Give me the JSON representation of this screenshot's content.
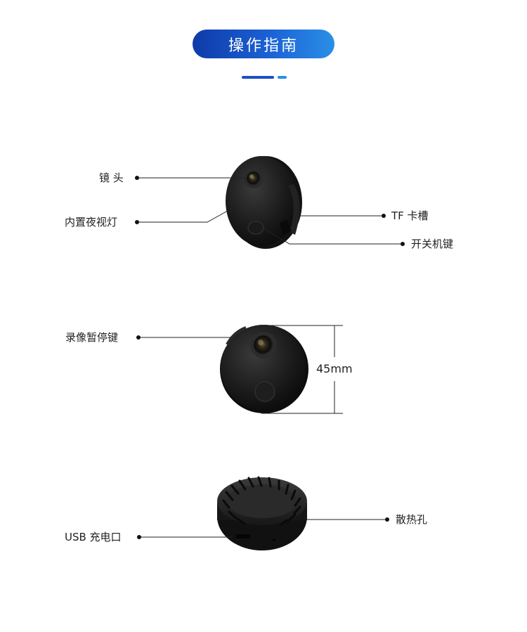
{
  "header": {
    "title": "操作指南"
  },
  "view1": {
    "lens": "镜 头",
    "night_light": "内置夜视灯",
    "tf_slot": "TF 卡槽",
    "power_key": "开关机键"
  },
  "view2": {
    "record_key": "录像暂停键",
    "diameter": "45mm"
  },
  "view3": {
    "usb_port": "USB 充电口",
    "vent": "散热孔"
  }
}
